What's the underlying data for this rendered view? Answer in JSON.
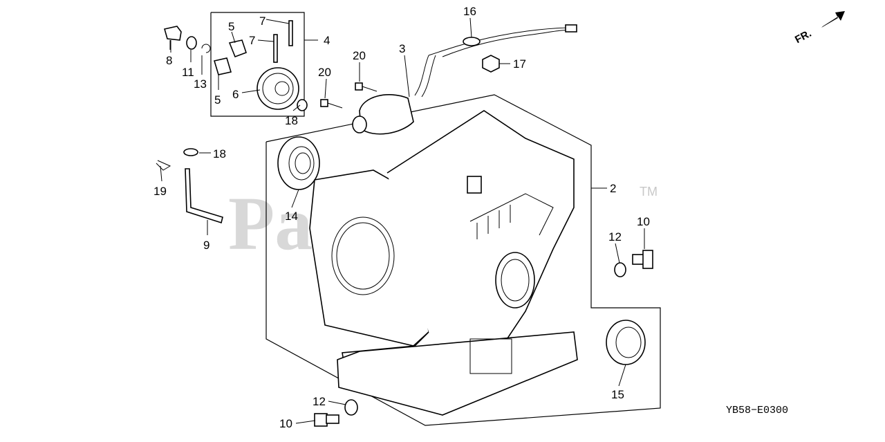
{
  "diagram": {
    "code": "YB58−E0300",
    "direction_label": "FR.",
    "watermark": "PartsTree",
    "trademark": "TM",
    "callouts": {
      "c8": "8",
      "c11": "11",
      "c13": "13",
      "c5a": "5",
      "c5b": "5",
      "c7a": "7",
      "c7b": "7",
      "c6": "6",
      "c4": "4",
      "c18a": "18",
      "c16": "16",
      "c3": "3",
      "c20a": "20",
      "c20b": "20",
      "c17": "17",
      "c18b": "18",
      "c19": "19",
      "c9": "9",
      "c14": "14",
      "c2": "2",
      "c10a": "10",
      "c12a": "12",
      "c15": "15",
      "c12b": "12",
      "c10b": "10"
    }
  }
}
